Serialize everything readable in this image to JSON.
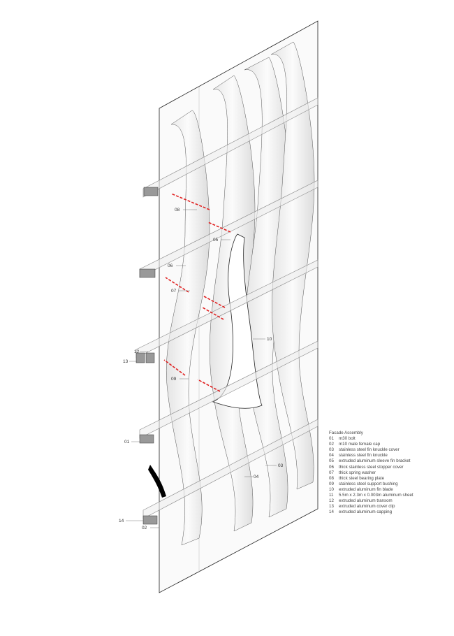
{
  "legend": {
    "title": "Facade Assembly",
    "items": [
      {
        "num": "01",
        "text": "m30 bolt"
      },
      {
        "num": "02",
        "text": "m10 male female cap"
      },
      {
        "num": "03",
        "text": "stainless steel fin knuckle cover"
      },
      {
        "num": "04",
        "text": "stainless steel fin knuckle"
      },
      {
        "num": "05",
        "text": "extruded aluminum sleeve fin bracket"
      },
      {
        "num": "06",
        "text": "thick stainless steel stopper cover"
      },
      {
        "num": "07",
        "text": "thick spring washer"
      },
      {
        "num": "08",
        "text": "thick steel bearing plate"
      },
      {
        "num": "09",
        "text": "stainless steel support bushing"
      },
      {
        "num": "10",
        "text": "extruded aluminum fin blade"
      },
      {
        "num": "11",
        "text": "5.5m x 2.3m x 0.003m aluminum sheet"
      },
      {
        "num": "12",
        "text": "extruded aluminum transom"
      },
      {
        "num": "13",
        "text": "extruded aluminum cover clip"
      },
      {
        "num": "14",
        "text": "extruded aluminum capping"
      }
    ]
  },
  "callouts": {
    "c08": "08",
    "c05": "05",
    "c06": "06",
    "c07": "07",
    "c12": "12",
    "c13": "13",
    "c10": "10",
    "c09": "09",
    "c01": "01",
    "c04": "04",
    "c03": "03",
    "c14": "14",
    "c02": "02"
  },
  "colors": {
    "arrow": "#e02020",
    "line": "#222222",
    "fin": "#f3f3f3"
  }
}
